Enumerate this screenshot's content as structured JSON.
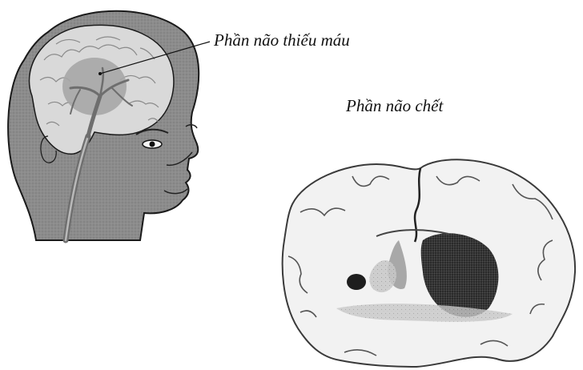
{
  "labels": {
    "ischemic": "Phần não thiếu máu",
    "dead": "Phần não chết"
  },
  "colors": {
    "head_fill": "#8c8c8c",
    "brain_fill": "#d9d9d9",
    "ischemic_region": "#a6a6a6",
    "vessel": "#6e6e6e",
    "outline": "#1a1a1a",
    "slice_white": "#f2f2f2",
    "slice_dark": "#2a2a2a"
  },
  "icons": {
    "head": "head-profile-illustration",
    "brain_slice": "brain-coronal-slice-photo"
  }
}
